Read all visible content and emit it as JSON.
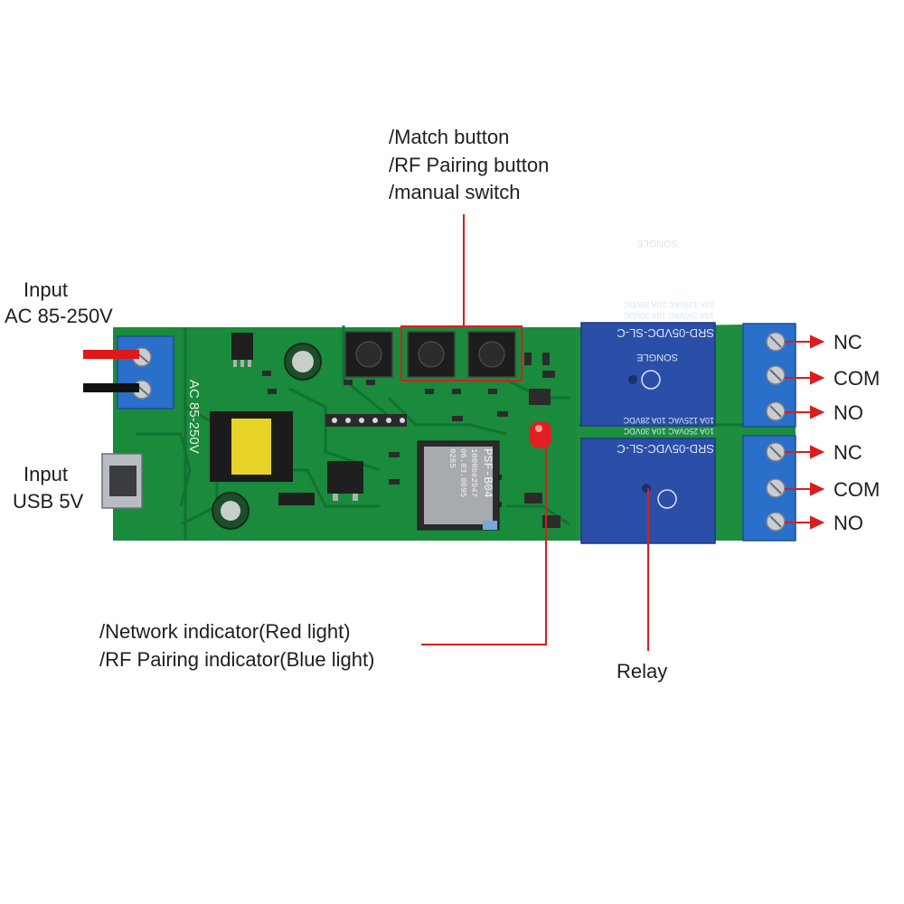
{
  "colors": {
    "background": "#ffffff",
    "pcb": "#1a8a3c",
    "pcb_dark": "#127030",
    "terminal_blue": "#2a6fc9",
    "relay_blue": "#2b4fa8",
    "callout_red": "#d81e1e",
    "label_text": "#1e1e1e",
    "wire_red": "#e01818",
    "wire_black": "#111111",
    "led_red": "#e02020"
  },
  "labels": {
    "input_ac_line1": "Input",
    "input_ac_line2": "AC 85-250V",
    "input_usb_line1": "Input",
    "input_usb_line2": "USB 5V",
    "buttons_line1": "/Match button",
    "buttons_line2": "/RF Pairing button",
    "buttons_line3": "/manual switch",
    "indicator_line1": "/Network indicator(Red light)",
    "indicator_line2": "/RF Pairing indicator(Blue light)",
    "relay": "Relay",
    "relay1_nc": "NC",
    "relay1_com": "COM",
    "relay1_no": "NO",
    "relay2_nc": "NC",
    "relay2_com": "COM",
    "relay2_no": "NO"
  },
  "board_markings": {
    "silkscreen_ac": "AC 85-250V",
    "module_line1": "PSF-B04",
    "module_line2": "1000be2947",
    "module_line3": "06.03.0095",
    "module_line4": "0285"
  },
  "relays": [
    {
      "model": "SRD-05VDC-SL-C",
      "rating1": "10A 250VAC  10A 30VDC",
      "rating2": "10A 125VAC  10A 28VDC",
      "brand": "SONGLE"
    },
    {
      "model": "SRD-05VDC-SL-C",
      "rating1": "10A 250VAC  10A 30VDC",
      "rating2": "10A 125VAC  10A 28VDC",
      "brand": "SONGLE"
    }
  ],
  "icons": {
    "terminal_screw": "screw-icon",
    "arrow": "arrow-right-icon"
  }
}
